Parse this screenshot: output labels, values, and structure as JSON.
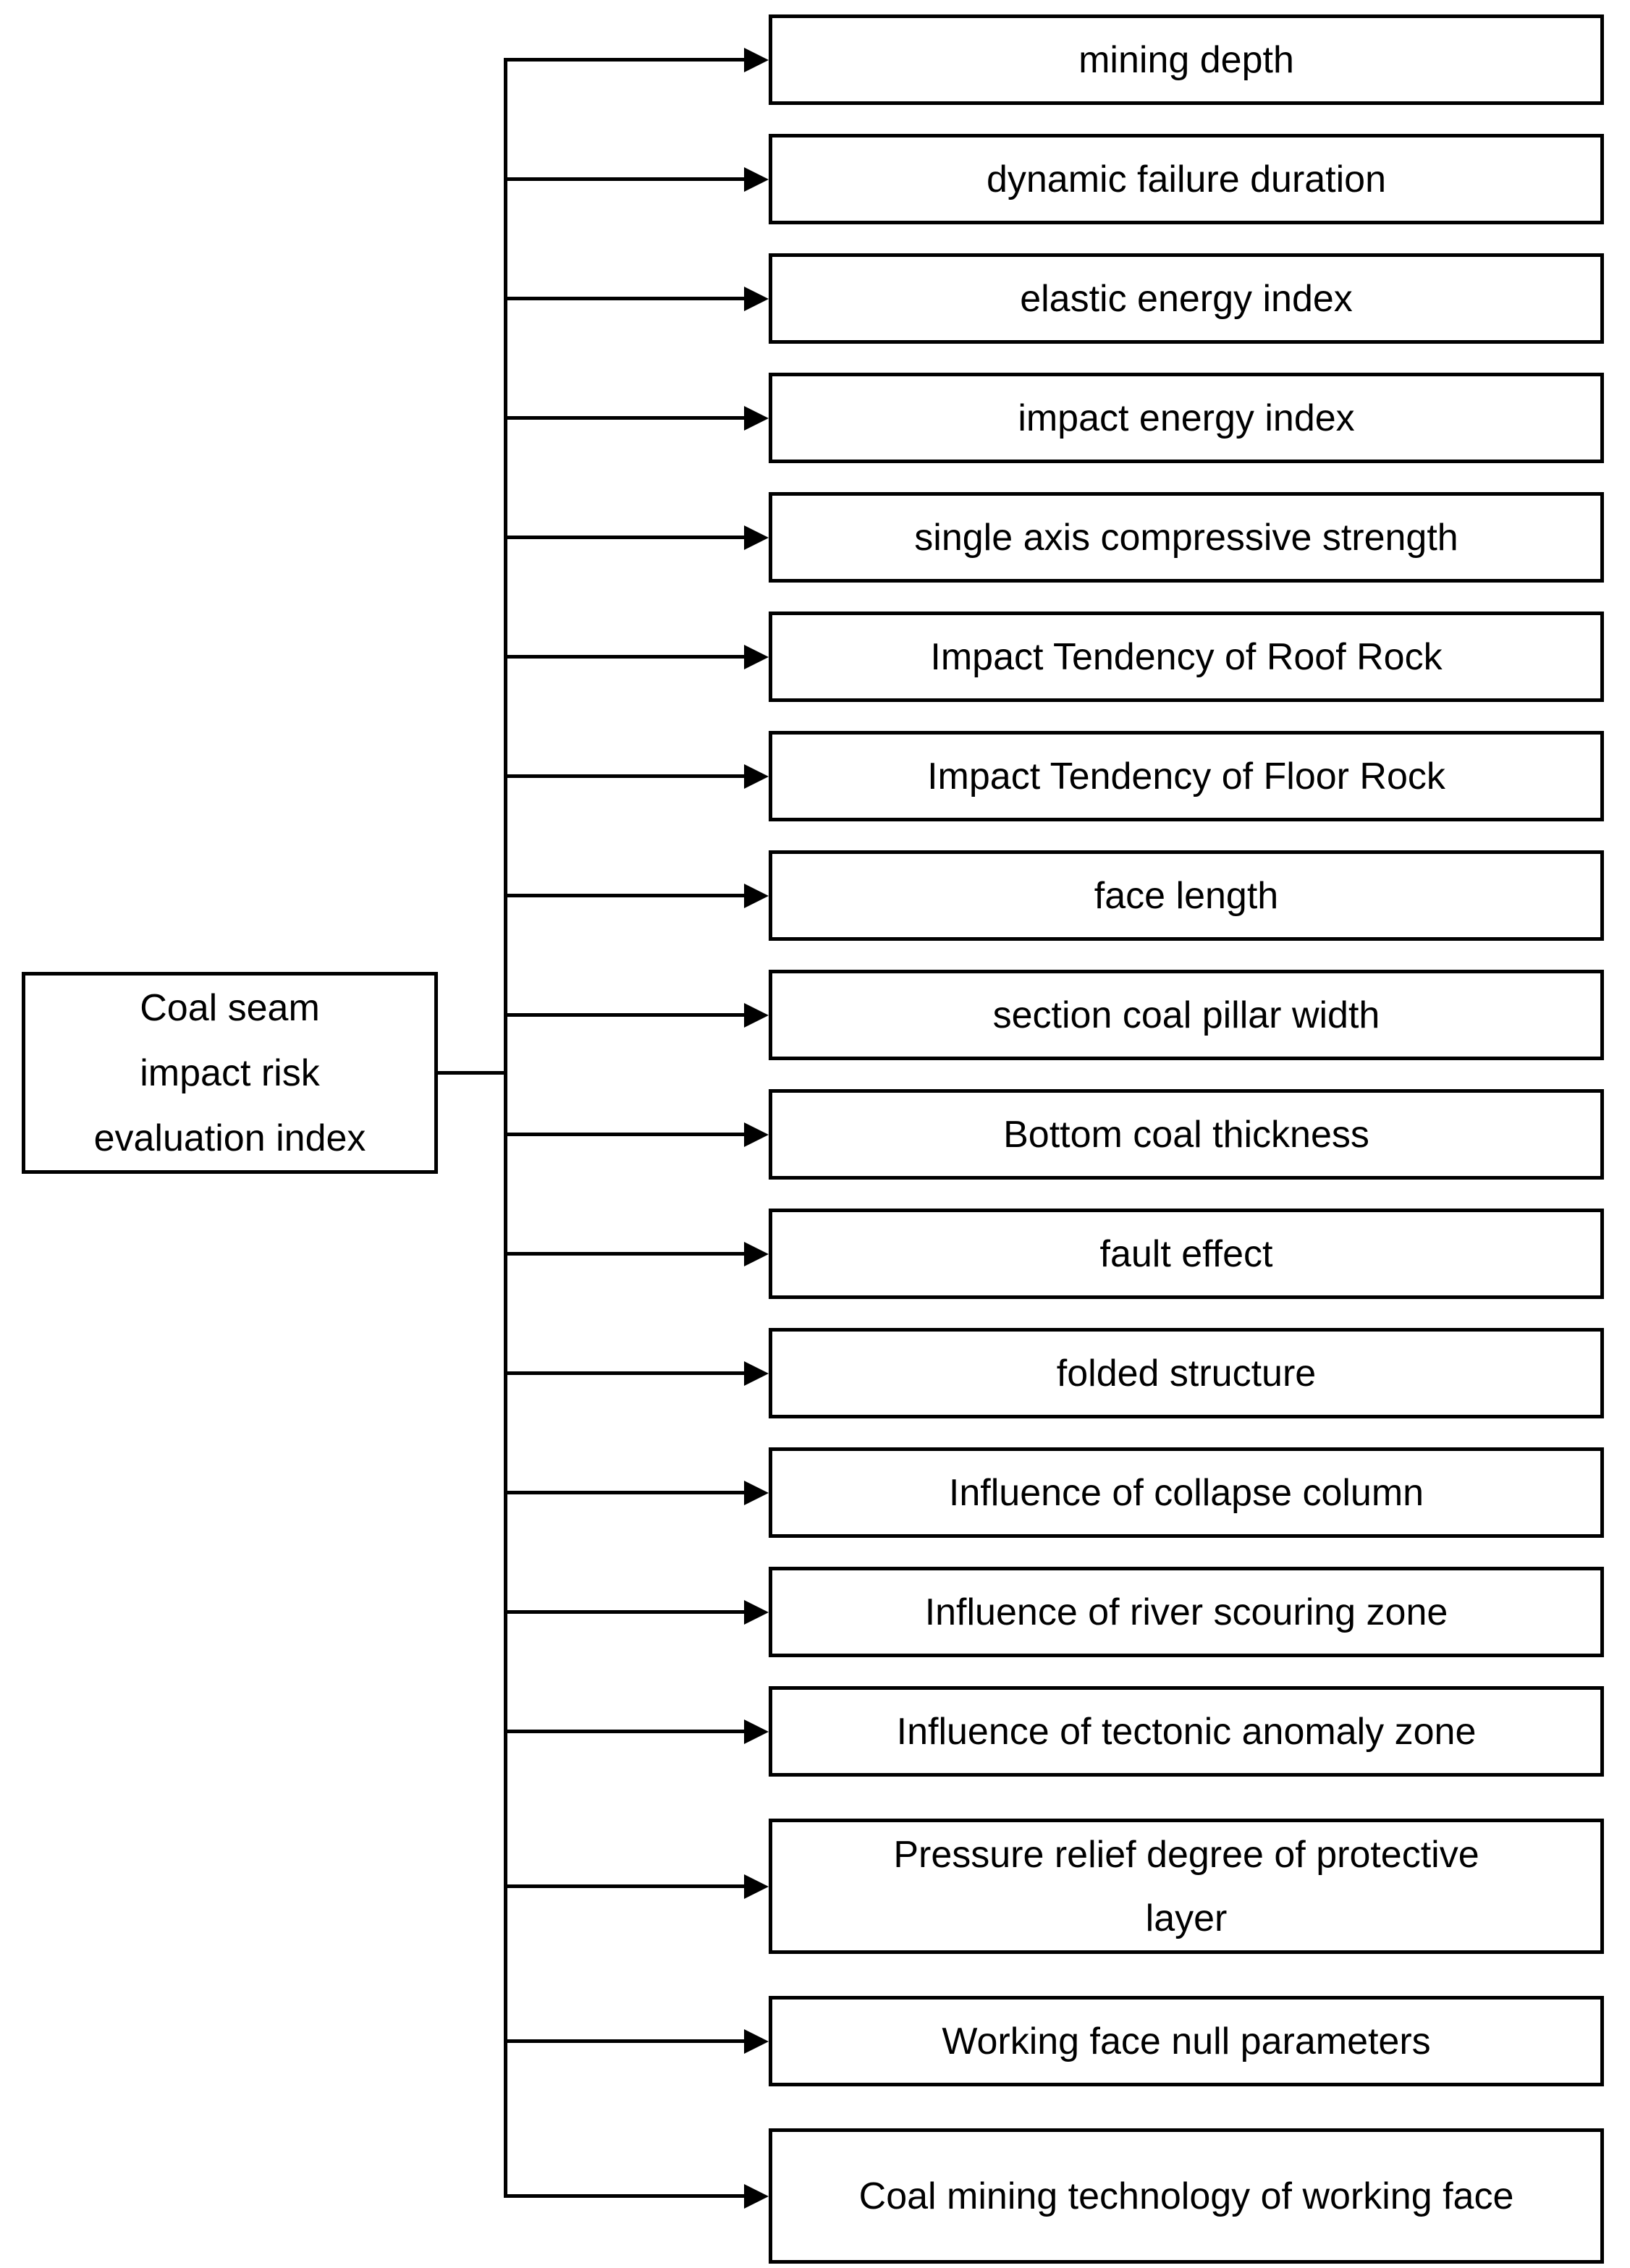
{
  "figure": {
    "colors": {
      "line": "#000000",
      "text": "#000000",
      "background": "#ffffff"
    },
    "root": {
      "label": "Coal seam impact risk evaluation index",
      "lines": [
        "Coal seam",
        "impact risk",
        "evaluation index"
      ]
    },
    "indices": [
      {
        "label": "mining depth"
      },
      {
        "label": "dynamic failure duration"
      },
      {
        "label": "elastic energy index"
      },
      {
        "label": "impact energy index"
      },
      {
        "label": "single axis compressive strength"
      },
      {
        "label": "Impact Tendency of Roof Rock"
      },
      {
        "label": "Impact Tendency of Floor Rock"
      },
      {
        "label": "face length"
      },
      {
        "label": "section coal pillar width"
      },
      {
        "label": "Bottom coal thickness"
      },
      {
        "label": "fault effect"
      },
      {
        "label": "folded structure"
      },
      {
        "label": "Influence of collapse column"
      },
      {
        "label": "Influence of river scouring zone"
      },
      {
        "label": "Influence of tectonic anomaly zone"
      },
      {
        "label": "Pressure relief degree of protective layer"
      },
      {
        "label": "Working face null parameters"
      },
      {
        "label": "Coal mining technology of working face"
      }
    ]
  }
}
